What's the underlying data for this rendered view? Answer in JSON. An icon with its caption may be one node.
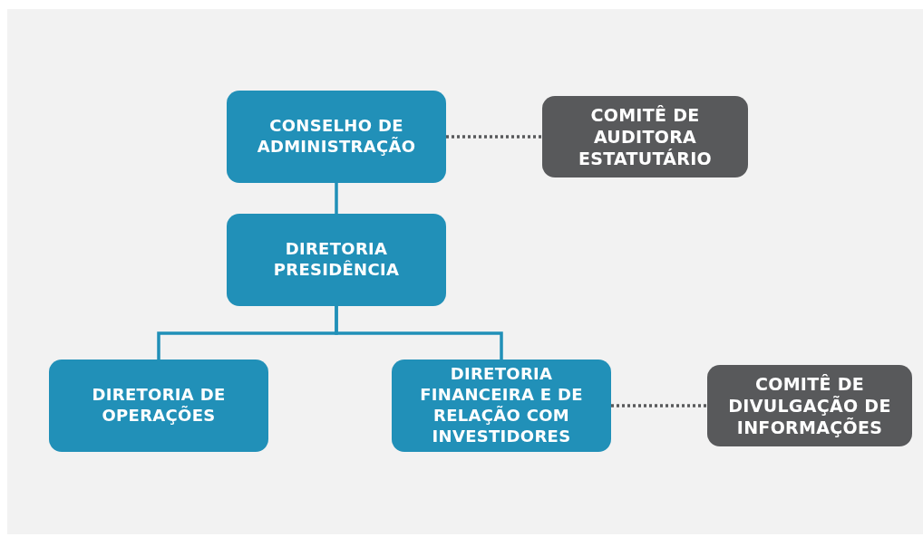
{
  "diagram": {
    "nodes": [
      {
        "text": [
          "CONSELHO DE ADMINISTRAÇÃO"
        ]
      },
      {
        "text": [
          "COMITÊ DE AUDITORA ESTATUTÁRIO"
        ]
      },
      {
        "text": [
          "DIRETORIA PRESIDÊNCIA"
        ]
      },
      {
        "text": [
          "DIRETORIA DE OPERAÇÕES"
        ]
      },
      {
        "text": [
          "DIRETORIA FINANCEIRA E DE RELAÇÃO COM INVESTIDORES"
        ]
      },
      {
        "text": [
          "COMITÊ DE DIVULGAÇÃO DE INFORMAÇÕES"
        ]
      }
    ],
    "edges": [
      {
        "from": 0,
        "to": 1,
        "arrow": "none",
        "style": "dashed",
        "color": "#58595b"
      },
      {
        "from": 0,
        "to": 2,
        "arrow": "none"
      },
      {
        "from": 2,
        "to": 3,
        "arrow": "none"
      },
      {
        "from": 2,
        "to": 4,
        "arrow": "none"
      },
      {
        "from": 4,
        "to": 5,
        "arrow": "none",
        "style": "dashed",
        "color": "#58595b"
      }
    ]
  }
}
